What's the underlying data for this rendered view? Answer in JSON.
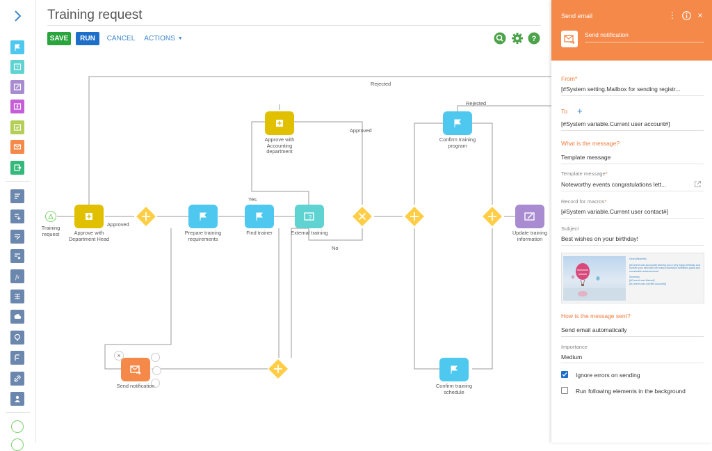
{
  "page": {
    "title": "Training request"
  },
  "toolbar": {
    "save": "SAVE",
    "run": "RUN",
    "cancel": "CANCEL",
    "actions": "ACTIONS"
  },
  "colors": {
    "save": "#2aa43c",
    "run": "#1e6fc8",
    "accent": "#f5894a",
    "gateway": "#ffcd46",
    "user_task": "#e0c000",
    "flag": "#4fc8f0",
    "question": "#5ed3d1",
    "email": "#f5894a",
    "update": "#a88bd1",
    "start": "#7bd06b"
  },
  "leftbar": {
    "items": [
      {
        "name": "flag-icon",
        "color": "#4fc8f0"
      },
      {
        "name": "question-card-icon",
        "color": "#5ed3d1"
      },
      {
        "name": "edit-card-icon",
        "color": "#a88bd1"
      },
      {
        "name": "lightning-card-icon",
        "color": "#c65ed8"
      },
      {
        "name": "check-card-icon",
        "color": "#b3cf57"
      },
      {
        "name": "email-icon",
        "color": "#f5894a"
      },
      {
        "name": "exit-card-icon",
        "color": "#35b97a"
      },
      {
        "name": "read-data-icon",
        "color": "#6c87ad"
      },
      {
        "name": "add-data-icon",
        "color": "#6c87ad"
      },
      {
        "name": "modify-data-icon",
        "color": "#6c87ad"
      },
      {
        "name": "delete-data-icon",
        "color": "#6c87ad"
      },
      {
        "name": "formula-icon",
        "color": "#6c87ad"
      },
      {
        "name": "calculation-icon",
        "color": "#6c87ad"
      },
      {
        "name": "web-service-icon",
        "color": "#6c87ad"
      },
      {
        "name": "bot-icon",
        "color": "#6c87ad"
      },
      {
        "name": "script-icon",
        "color": "#6c87ad"
      },
      {
        "name": "link-icon",
        "color": "#6c87ad"
      },
      {
        "name": "user-icon",
        "color": "#6c87ad"
      }
    ]
  },
  "diagram": {
    "nodes": {
      "start": "Training\nrequest",
      "approve_head": "Approve with\nDepartment Head",
      "approve_accounting": "Approve with\nAccounting\ndepartment",
      "prepare_training": "Prepare training\nrequirements",
      "find_trainer": "Find trainer",
      "external_training": "External training",
      "confirm_program": "Confirm training\nprogram",
      "update_training": "Update training\ninformation",
      "send_notification": "Send notification",
      "confirm_schedule": "Confirm training\nschedule"
    },
    "flows": {
      "rejected_top": "Rejected",
      "rejected_right": "Rejected",
      "approved_left": "Approved",
      "approved_accounting": "Approved",
      "yes": "Yes",
      "no": "No"
    }
  },
  "panel": {
    "type": "Send email",
    "name": "Send notification",
    "from_label": "From",
    "from_value": "[#System setting.Mailbox for sending registr...",
    "to_label": "To",
    "to_value": "[#System variable.Current user account#]",
    "message_question": "What is the message?",
    "message_value": "Template message",
    "template_label": "Template message",
    "template_value": "Noteworthy events congratulations lett...",
    "record_label": "Record for macros",
    "record_value": "[#System variable.Current user contact#]",
    "subject_label": "Subject",
    "subject_value": "Best wishes on your birthday!",
    "preview_heading": "Dear [#Name#],",
    "preview_body": "[#Current user.Account#] wishing you a very happy birthday and wonder your best with our many successful ambitions goals and remarkable achievements!",
    "preview_closing": "Sincerely,",
    "preview_sign1": "[#Current user.Name#]",
    "preview_sign2": "[#Current user.Job title.Account#]",
    "sent_question": "How is the message sent?",
    "sent_value": "Send email automatically",
    "importance_label": "Importance",
    "importance_value": "Medium",
    "ignore_errors_label": "Ignore errors on sending",
    "ignore_errors_checked": true,
    "run_background_label": "Run following elements in the background",
    "run_background_checked": false
  }
}
